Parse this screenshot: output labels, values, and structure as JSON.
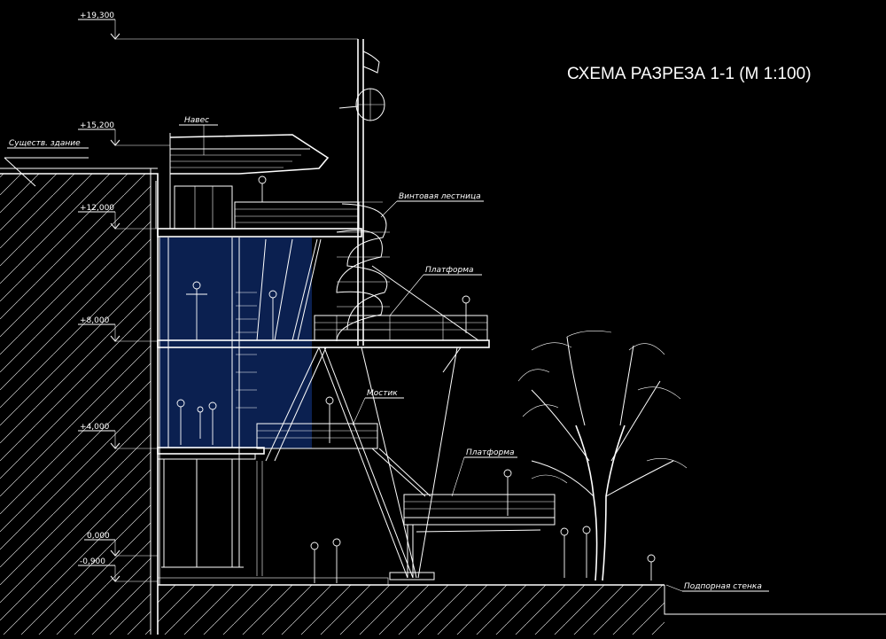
{
  "title": "СХЕМА РАЗРЕЗА 1-1 (М 1:100)",
  "levels": [
    {
      "id": "lv-19300",
      "label": "+19,300"
    },
    {
      "id": "lv-15200",
      "label": "+15,200"
    },
    {
      "id": "lv-12000",
      "label": "+12,000"
    },
    {
      "id": "lv-8000",
      "label": "+8,000"
    },
    {
      "id": "lv-4000",
      "label": "+4,000"
    },
    {
      "id": "lv-0000",
      "label": "0,000"
    },
    {
      "id": "lv-m0900",
      "label": "-0,900"
    }
  ],
  "labels": {
    "existing_building": "Существ. здание",
    "canopy": "Навес",
    "spiral_stair": "Винтовая лестница",
    "platform_upper": "Платформа",
    "bridge": "Мостик",
    "platform_lower": "Платформа",
    "retaining_wall": "Подпорная стенка"
  },
  "colors": {
    "background": "#000000",
    "lines": "#ffffff",
    "glazing": "#0b2050"
  }
}
